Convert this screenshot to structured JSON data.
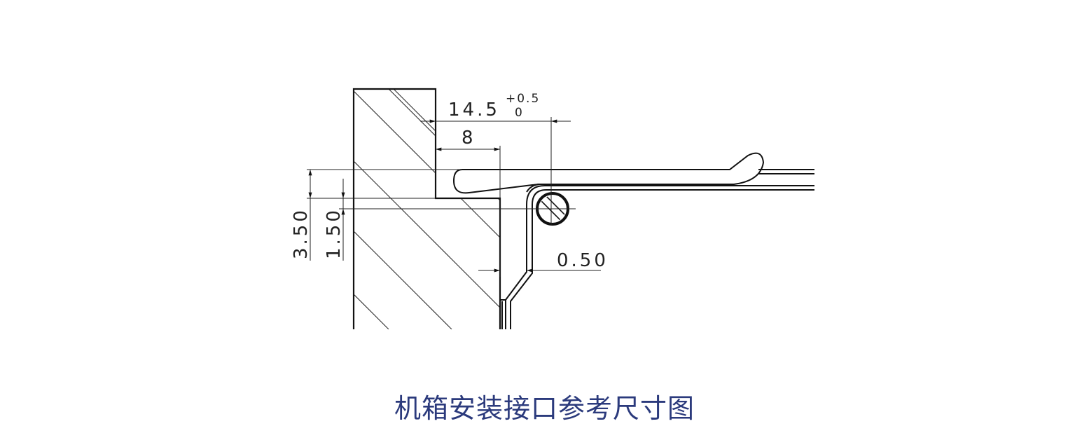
{
  "title": "机箱安装接口参考尺寸图",
  "colors": {
    "title": "#2b3a7c",
    "line": "#111111"
  },
  "dimensions": {
    "width_total": "14.5",
    "tol_upper": "+0.5",
    "tol_lower": "0",
    "step_depth": "8",
    "gap": "0.50",
    "height_outer": "3.50",
    "height_inner": "1.50"
  }
}
